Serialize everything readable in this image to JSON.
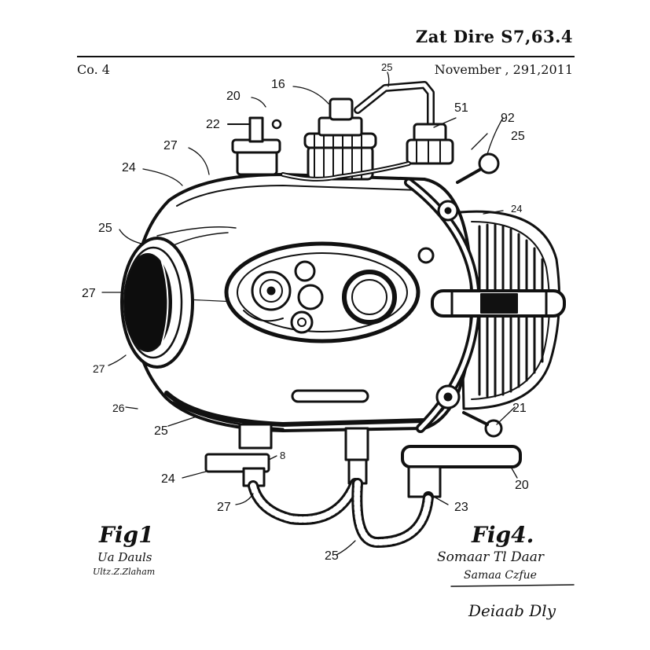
{
  "header": {
    "patent_number": "Zat Dire S7,63.4",
    "case_no": "Co. 4",
    "date": "November , 291,2011"
  },
  "figure_labels": {
    "left": "Fig1",
    "right": "Fig4."
  },
  "signatures": {
    "left_line1": "Ua Dauls",
    "left_line2": "Ultz.Z.Zlaham",
    "right_line1": "Somaar Tl Daar",
    "right_line2": "Samaa Czfue",
    "right_line3": "Deiaab Dly"
  },
  "callouts": [
    "25",
    "16",
    "20",
    "51",
    "22",
    "92",
    "27",
    "25",
    "24",
    "24",
    "25",
    "27",
    "27",
    "21",
    "26",
    "25",
    "8",
    "24",
    "20",
    "27",
    "23",
    "25"
  ],
  "colors": {
    "ink": "#111111",
    "paper": "#ffffff"
  }
}
